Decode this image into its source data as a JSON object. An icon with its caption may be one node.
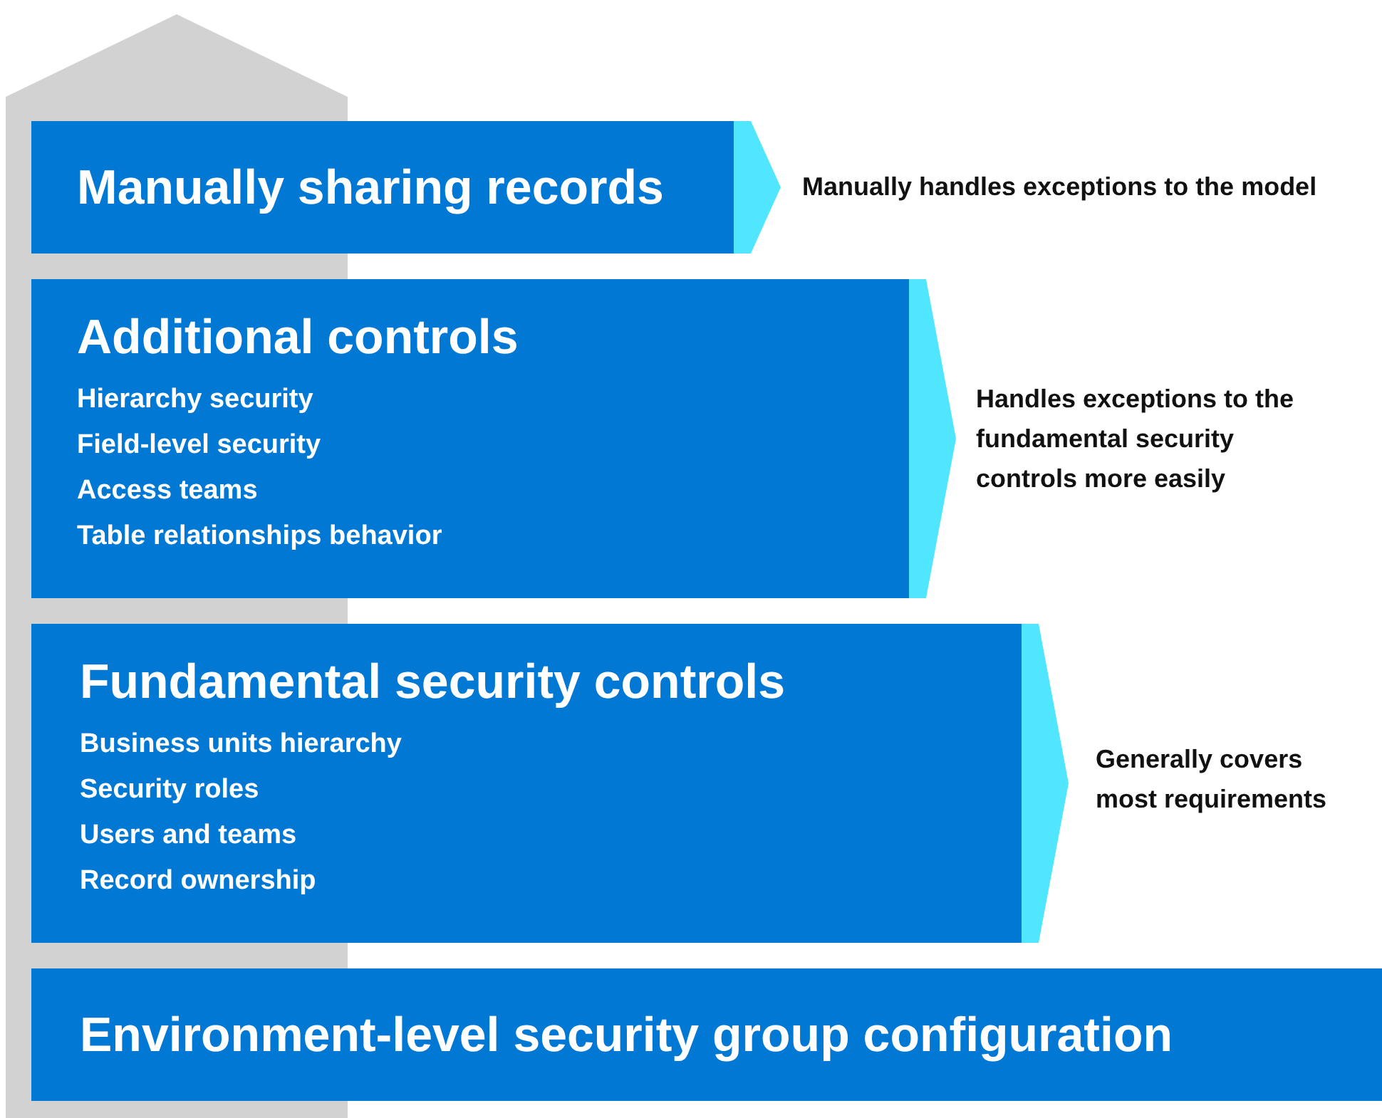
{
  "diagram": {
    "nodes": [
      {
        "text": [
          "Manually sharing records"
        ],
        "beside": [
          "Manually handles exceptions to the model"
        ]
      },
      {
        "text": [
          "Additional controls",
          "Hierarchy security",
          "Field-level security",
          "Access teams",
          "Table relationships behavior"
        ],
        "beside": [
          "Handles exceptions to the fundamental security controls more easily"
        ]
      },
      {
        "text": [
          "Fundamental security controls",
          "Business units hierarchy",
          "Security roles",
          "Users and teams",
          "Record ownership"
        ],
        "beside": [
          "Generally covers most requirements"
        ]
      },
      {
        "text": [
          "Environment-level security group configuration"
        ]
      }
    ]
  }
}
